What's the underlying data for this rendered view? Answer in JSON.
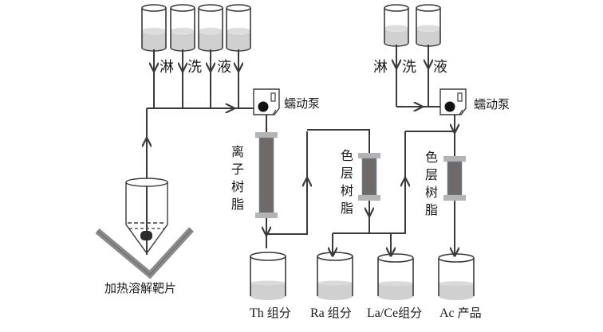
{
  "title": "Ac separation flow diagram",
  "colors": {
    "line": "#3a3a3a",
    "liquid": "#d0d0d0",
    "resin": "#6e6a6a",
    "resin_cap": "#b4b4b4",
    "target_plate": "#8a8a8a"
  },
  "left_wash": {
    "reservoir_count": 4,
    "label_chars": [
      "淋",
      "洗",
      "液"
    ]
  },
  "right_wash": {
    "reservoir_count": 2,
    "label_chars": [
      "淋",
      "洗",
      "液"
    ]
  },
  "pumps": [
    {
      "label": "蠕动泵",
      "icon": "peristaltic-pump-icon"
    },
    {
      "label": "蠕动泵",
      "icon": "peristaltic-pump-icon"
    }
  ],
  "columns": [
    {
      "label": "离子树脂"
    },
    {
      "label": "色层树脂"
    },
    {
      "label": "色层树脂"
    }
  ],
  "dissolution": {
    "label": "加热溶解靶片"
  },
  "products": [
    {
      "latin": "Th",
      "zh": "组分"
    },
    {
      "latin": "Ra",
      "zh": "组分"
    },
    {
      "latin": "La/Ce",
      "zh": "组分"
    },
    {
      "latin": "Ac",
      "zh": "产品"
    }
  ]
}
